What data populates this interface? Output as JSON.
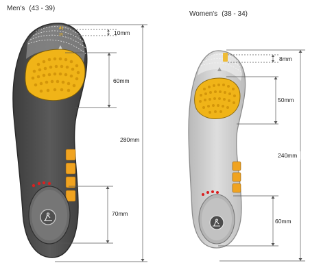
{
  "men": {
    "title": "Men's",
    "size_range": "(43 - 39)",
    "dimensions": {
      "toe": "10mm",
      "forefoot": "60mm",
      "length": "280mm",
      "heel": "70mm"
    }
  },
  "women": {
    "title": "Women's",
    "size_range": "(38 - 34)",
    "dimensions": {
      "toe": "8mm",
      "forefoot": "50mm",
      "length": "240mm",
      "heel": "60mm"
    }
  },
  "colors": {
    "men_insole": "#4b4b4b",
    "women_insole": "#c9c9c9",
    "gel": "#f0b418",
    "accent_dots": "#d92020",
    "dimension_lines": "#555555"
  }
}
